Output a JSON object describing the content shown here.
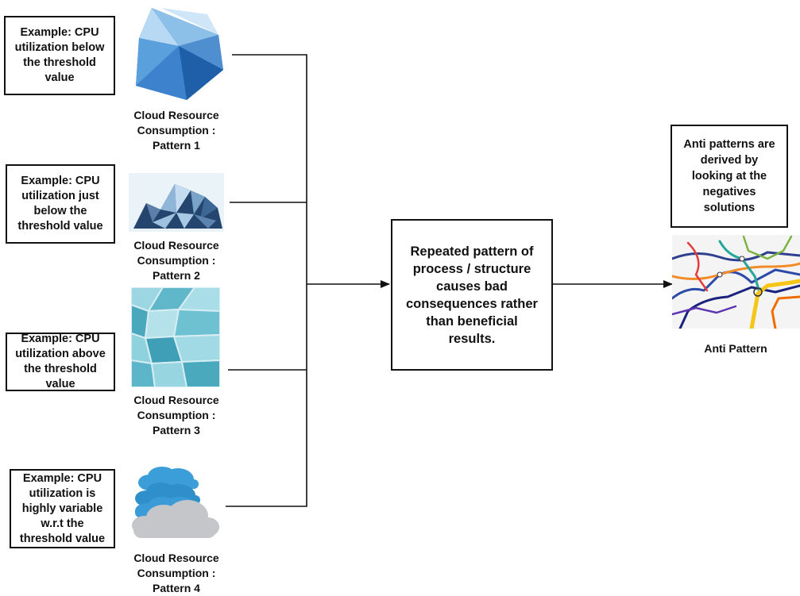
{
  "examples": [
    {
      "text": "Example: CPU\nutilization below\nthe threshold\nvalue"
    },
    {
      "text": "Example: CPU\nutilization just\nbelow the\nthreshold value"
    },
    {
      "text": "Example: CPU\nutilization above\nthe threshold\nvalue"
    },
    {
      "text": "Example: CPU\nutilization is\nhighly variable\nw.r.t the\nthreshold value"
    }
  ],
  "patterns": [
    {
      "caption": "Cloud Resource\nConsumption :\nPattern 1",
      "icon": "blue-polygon-gem-icon"
    },
    {
      "caption": "Cloud Resource\nConsumption :\nPattern 2",
      "icon": "lowpoly-cloud-icon"
    },
    {
      "caption": "Cloud Resource\nConsumption :\nPattern 3",
      "icon": "stained-glass-tile-icon"
    },
    {
      "caption": "Cloud Resource\nConsumption :\nPattern 4",
      "icon": "stacked-clouds-icon"
    }
  ],
  "center": {
    "text": "Repeated pattern of\nprocess / structure\ncauses bad\nconsequences rather\nthan beneficial\nresults."
  },
  "anti": {
    "note": "Anti patterns are\nderived by\nlooking at the\nnegatives\nsolutions",
    "caption": "Anti Pattern",
    "icon": "tangled-lines-map-icon"
  }
}
